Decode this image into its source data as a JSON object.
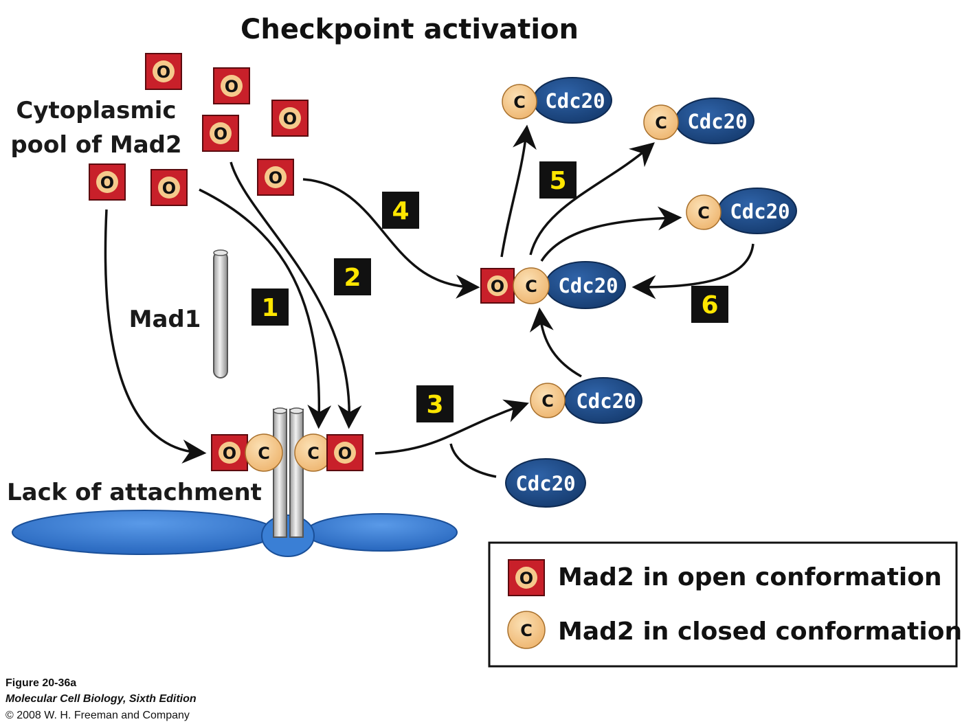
{
  "title": "Checkpoint activation",
  "labels": {
    "pool_line1": "Cytoplasmic",
    "pool_line2": "pool of Mad2",
    "mad1": "Mad1",
    "lack": "Lack of attachment"
  },
  "symbols": {
    "open": "O",
    "closed": "C",
    "cdc20": "Cdc20"
  },
  "steps": [
    "1",
    "2",
    "3",
    "4",
    "5",
    "6"
  ],
  "legend": {
    "open_label": "Mad2 in open conformation",
    "closed_label": "Mad2 in closed conformation"
  },
  "caption": {
    "figure": "Figure 20-36a",
    "book": "Molecular Cell Biology, Sixth Edition",
    "copyright": "© 2008 W. H. Freeman and Company"
  },
  "colors": {
    "open_fill": "#c8202a",
    "closed_fill": "#f5c98c",
    "cdc20_fill": "#1f4e8c",
    "chromosome": "#3a7fd5",
    "step_box": "#111111",
    "step_text": "#ffe600"
  }
}
